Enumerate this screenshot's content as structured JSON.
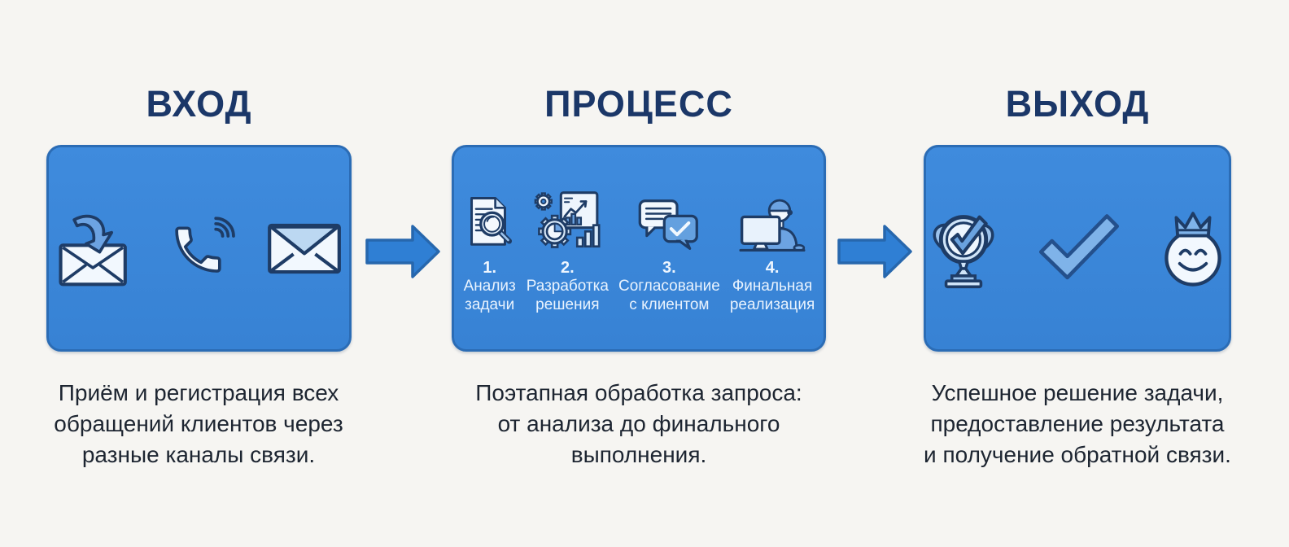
{
  "page": {
    "background": "#f6f5f2"
  },
  "colors": {
    "panel_fill": "#3a86d8",
    "panel_border": "#2b6cb5",
    "heading_text": "#1b3768",
    "body_text": "#1d2531",
    "step_text": "#eef6ff",
    "icon_stroke": "#1e3c66",
    "icon_light_fill": "#f0f7fe",
    "icon_accent_blue": "#6ca3e2",
    "flow_arrow_fill": "#2f7fd4"
  },
  "columns": {
    "input": {
      "title": "ВХОД",
      "icons": [
        "envelope-download-icon",
        "phone-call-icon",
        "envelope-icon"
      ],
      "description_lines": [
        "Приём и регистрация всех",
        "обращений клиентов через",
        "разные каналы связи."
      ]
    },
    "process": {
      "title": "ПРОЦЕСС",
      "steps": [
        {
          "number": "1.",
          "line1": "Анализ",
          "line2": "задачи",
          "icon": "document-search-icon"
        },
        {
          "number": "2.",
          "line1": "Разработка",
          "line2": "решения",
          "icon": "gears-analytics-icon"
        },
        {
          "number": "3.",
          "line1": "Согласование",
          "line2": "с клиентом",
          "icon": "chat-approval-icon"
        },
        {
          "number": "4.",
          "line1": "Финальная",
          "line2": "реализация",
          "icon": "support-agent-icon"
        }
      ],
      "description_lines": [
        "Поэтапная обработка запроса:",
        "от анализа до финального",
        "выполнения."
      ]
    },
    "output": {
      "title": "ВЫХОД",
      "icons": [
        "trophy-check-icon",
        "checkmark-icon",
        "crowned-smiley-icon"
      ],
      "description_lines": [
        "Успешное решение задачи,",
        "предоставление результата",
        "и получение обратной связи."
      ]
    }
  }
}
